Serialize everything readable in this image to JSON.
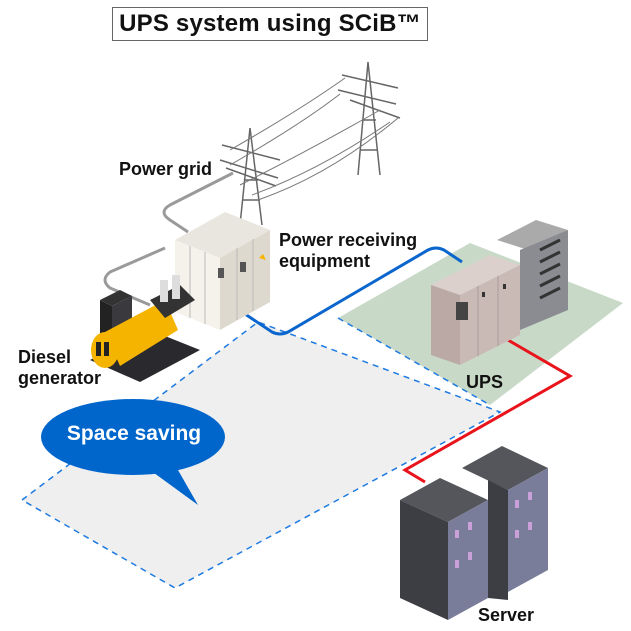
{
  "title": "UPS system using SCiB™",
  "labels": {
    "power_grid": "Power grid",
    "power_receiving_line1": "Power receiving",
    "power_receiving_line2": "equipment",
    "diesel_line1": "Diesel",
    "diesel_line2": "generator",
    "ups": "UPS",
    "server": "Server"
  },
  "callout": {
    "text": "Space saving"
  },
  "colors": {
    "line_grid": "#9a9a9a",
    "line_receiving_to_ups": "#0a66cc",
    "line_ups_to_server": "#e8131b",
    "ups_floor": "#c8d9c8",
    "saved_floor": "#efefef",
    "saved_floor_border": "#1e7ae0",
    "callout_fill": "#0066cc",
    "generator_yellow": "#f5b400"
  }
}
